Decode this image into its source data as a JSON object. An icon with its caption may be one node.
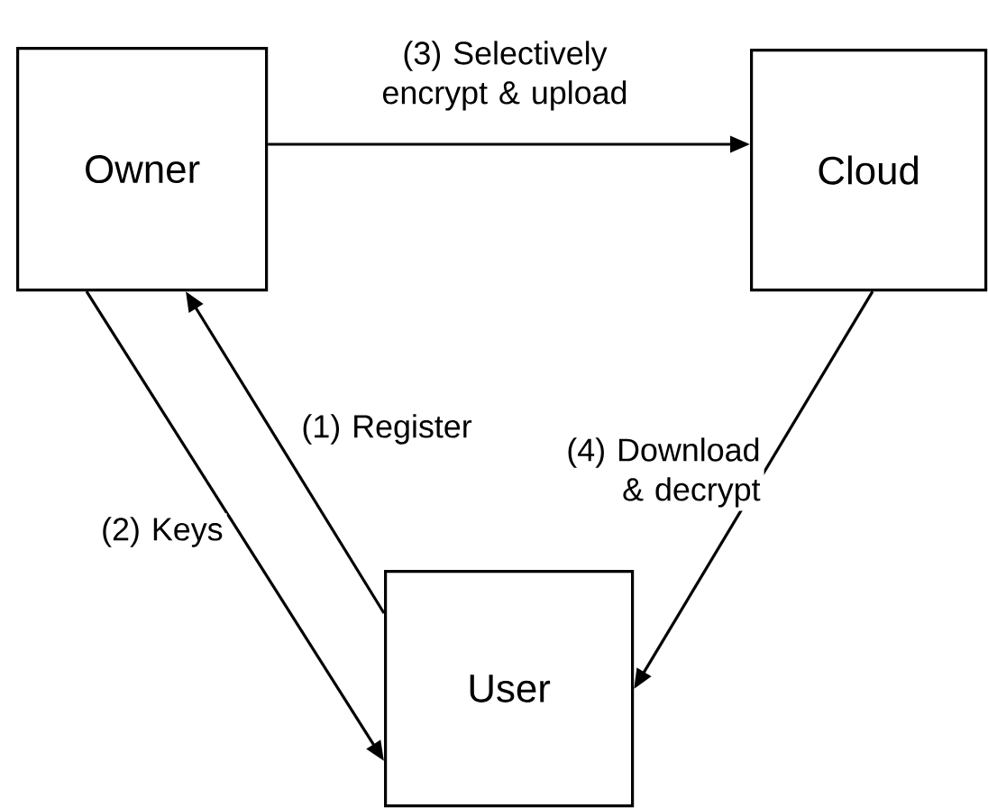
{
  "diagram": {
    "nodes": [
      {
        "text": [
          "Owner"
        ]
      },
      {
        "text": [
          "Cloud"
        ]
      },
      {
        "text": [
          "User"
        ]
      }
    ],
    "edges": [
      {
        "from": 2,
        "to": 0,
        "arrow": "to",
        "label": "(1) Register"
      },
      {
        "from": 0,
        "to": 2,
        "arrow": "to",
        "label": "(2) Keys"
      },
      {
        "from": 0,
        "to": 1,
        "arrow": "to",
        "label": "(3) Selectively encrypt & upload"
      },
      {
        "from": 1,
        "to": 2,
        "arrow": "to",
        "label": "(4) Download & decrypt"
      }
    ]
  }
}
